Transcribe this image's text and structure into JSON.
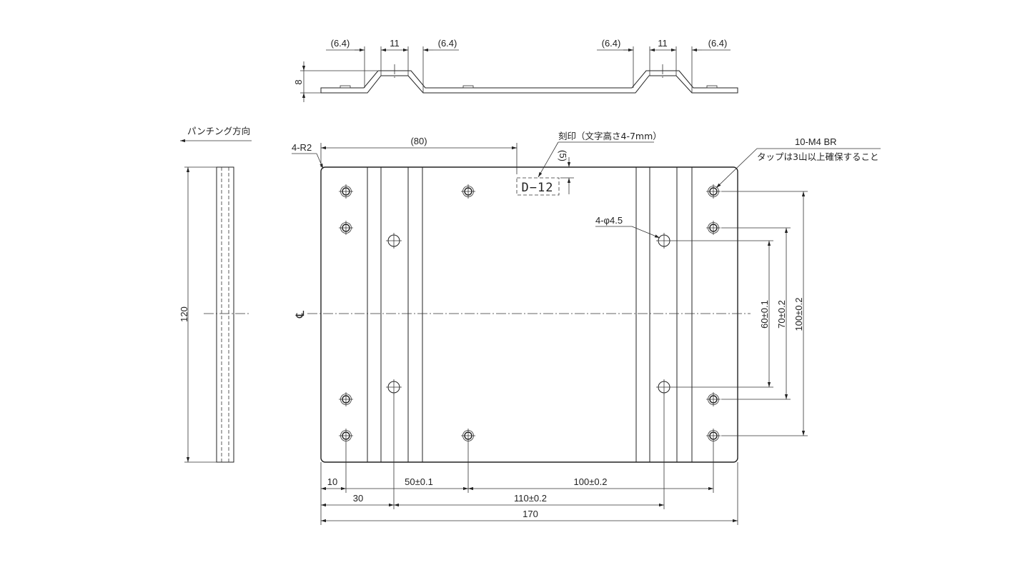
{
  "top_view": {
    "dims": {
      "left_offset_1": "(6.4)",
      "left_width": "11",
      "left_offset_2": "(6.4)",
      "right_offset_1": "(6.4)",
      "right_width": "11",
      "right_offset_2": "(6.4)",
      "height": "8"
    }
  },
  "side_view": {
    "punch_direction": "パンチング方向",
    "height": "120"
  },
  "front_view": {
    "corner_radius": "4-R2",
    "top_dim": "(80)",
    "marking_note": "刻印（文字高さ4-7mm）",
    "marking_depth": "(5)",
    "marking_text": "D−12",
    "tap_label": "10-M4 BR",
    "tap_note": "タップは3山以上確保すること",
    "hole_label": "4-φ4.5",
    "centerline_symbol": "℄",
    "vert_dims": [
      "60±0.1",
      "70±0.2",
      "100±0.2"
    ],
    "bottom_dims": {
      "d10": "10",
      "d30": "30",
      "d50": "50±0.1",
      "d100": "100±0.2",
      "d110": "110±0.2",
      "d170": "170"
    }
  }
}
